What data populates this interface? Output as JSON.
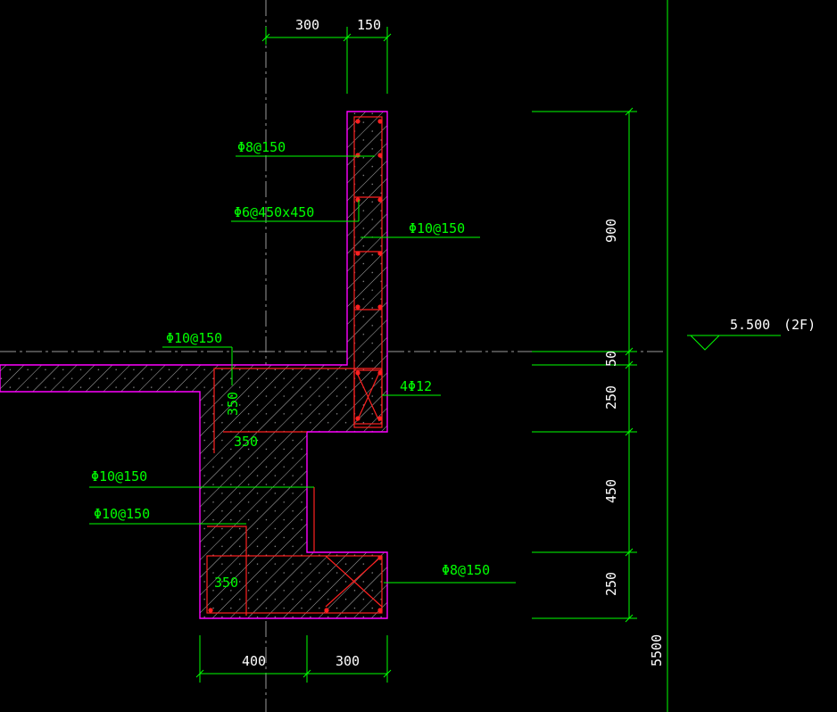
{
  "drawing": {
    "dims_top": [
      "300",
      "150"
    ],
    "dims_bottom": [
      "400",
      "300"
    ],
    "dims_right": [
      "900",
      "50",
      "250",
      "450",
      "250"
    ],
    "dim_total": "5500",
    "elevation": "5.500",
    "floor": "(2F)",
    "inner_dims": [
      "350",
      "350",
      "350"
    ],
    "rebar_labels": {
      "wall_outer": "Φ8@150",
      "wall_tie": "Φ6@450x450",
      "wall_inner": "Φ10@150",
      "slab": "Φ10@150",
      "beam_top": "4Φ12",
      "beam_mid_1": "Φ10@150",
      "beam_mid_2": "Φ10@150",
      "beam_bottom": "Φ8@150"
    }
  }
}
